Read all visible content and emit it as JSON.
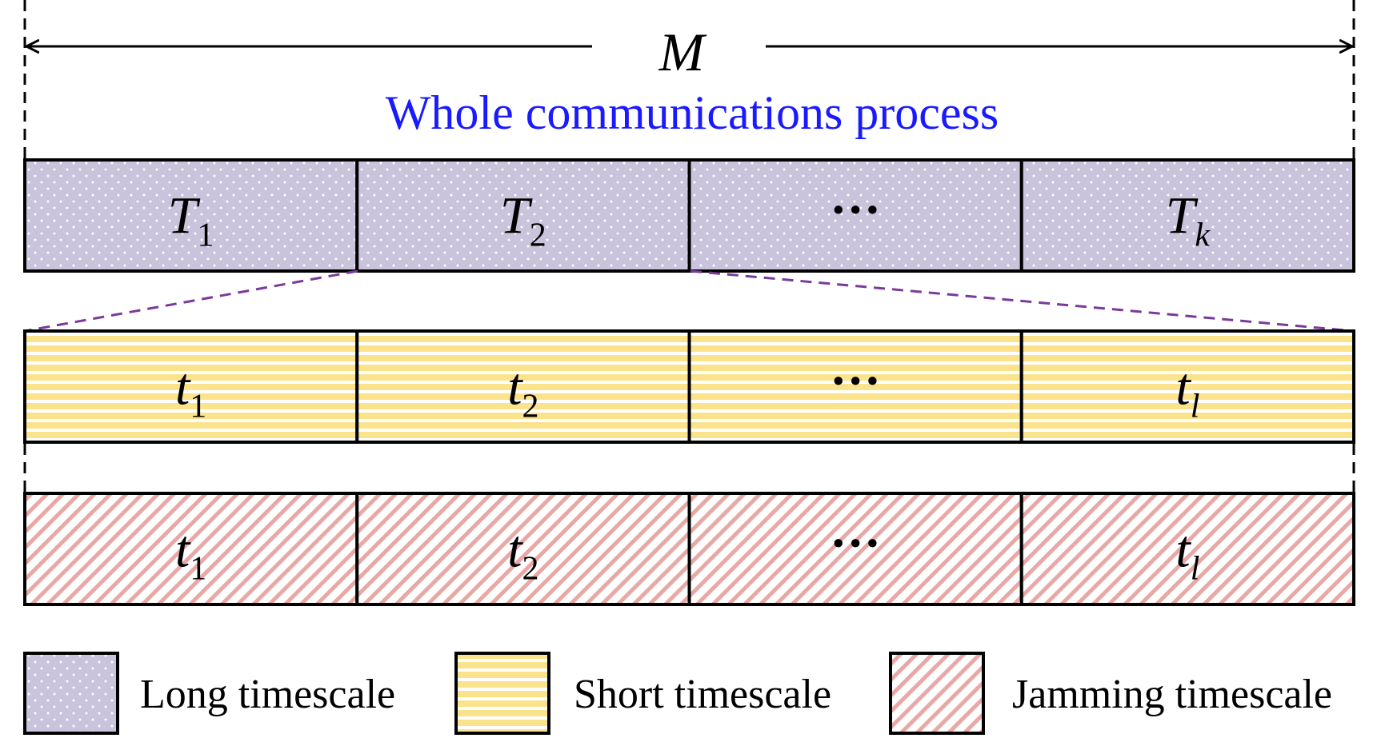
{
  "header": {
    "total_symbol": "M",
    "subtitle": "Whole communications process"
  },
  "rows": {
    "long": {
      "cells": [
        {
          "main": "T",
          "sub": "1",
          "ellipsis": false
        },
        {
          "main": "T",
          "sub": "2",
          "ellipsis": false
        },
        {
          "main": "",
          "sub": "",
          "ellipsis": true,
          "text": "···"
        },
        {
          "main": "T",
          "sub": "k",
          "ellipsis": false
        }
      ]
    },
    "short": {
      "cells": [
        {
          "main": "t",
          "sub": "1",
          "ellipsis": false
        },
        {
          "main": "t",
          "sub": "2",
          "ellipsis": false
        },
        {
          "main": "",
          "sub": "",
          "ellipsis": true,
          "text": "···"
        },
        {
          "main": "t",
          "sub": "l",
          "ellipsis": false
        }
      ]
    },
    "jamming": {
      "cells": [
        {
          "main": "t",
          "sub": "1",
          "ellipsis": false
        },
        {
          "main": "t",
          "sub": "2",
          "ellipsis": false
        },
        {
          "main": "",
          "sub": "",
          "ellipsis": true,
          "text": "···"
        },
        {
          "main": "t",
          "sub": "l",
          "ellipsis": false
        }
      ]
    }
  },
  "legend": {
    "long_label": "Long timescale",
    "short_label": "Short timescale",
    "jamming_label": "Jamming timescale"
  },
  "colors": {
    "long_fill": "#c9c3dc",
    "short_fill": "#fbe38c",
    "short_stripe": "#ffffff",
    "jamming_fill": "#ffffff",
    "jamming_stripe": "#e8a9a6",
    "zoom_line": "#7a3a99",
    "subtitle": "#1a1aff",
    "border": "#000000"
  }
}
